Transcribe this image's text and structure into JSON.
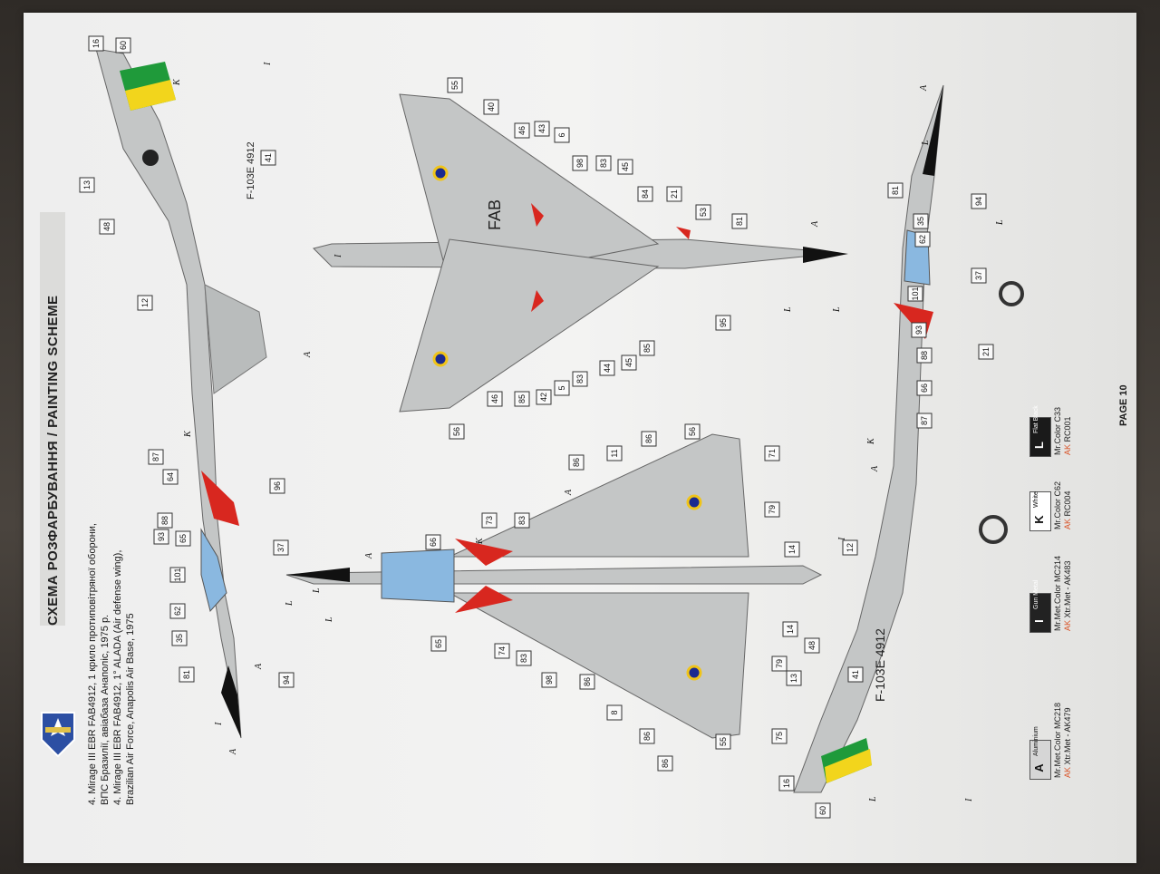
{
  "sheet": {
    "title": "СХЕМА РОЗФАРБУВАННЯ / PAINTING SCHEME",
    "page_label": "PAGE 10",
    "caption": [
      "4. Mirage III EBR FAB4912, 1 крило протиповітряної оборони,",
      "ВПС Бразилії, авіабаза Анаполіс, 1975 р.",
      "4. Mirage III EBR FAB4912, 1° ALADA (Air defense wing),",
      "Brazilian Air Force, Anapolis Air Base, 1975"
    ],
    "serial_text": "F-103E 4912",
    "code_text": "FAB"
  },
  "paints": [
    {
      "letter": "A",
      "name": "Aluminium",
      "lines": [
        "Mr.Met.Color MC218",
        "AK Xtr.Met - AK479"
      ],
      "swatch": "#d6d6d6",
      "text": "#111111"
    },
    {
      "letter": "I",
      "name": "Gun Metal",
      "lines": [
        "Mr.Met.Color MC214",
        "AK Xtr.Met - AK483"
      ],
      "swatch": "#222222",
      "text": "#ffffff"
    },
    {
      "letter": "K",
      "name": "White",
      "lines": [
        "Mr.Color C62",
        "AK RC004"
      ],
      "swatch": "#ffffff",
      "text": "#111111"
    },
    {
      "letter": "L",
      "name": "Flat Black",
      "lines": [
        "Mr.Color C33",
        "AK RC001"
      ],
      "swatch": "#1a1a1a",
      "text": "#ffffff"
    }
  ],
  "paint_codes": {
    "A": "A",
    "K": "K",
    "L": "L",
    "I": "I"
  },
  "callouts": {
    "left_side": [
      "16",
      "60",
      "13",
      "48",
      "12",
      "41",
      "96",
      "87",
      "64",
      "88",
      "93",
      "65",
      "101",
      "37",
      "62",
      "35",
      "81",
      "94"
    ],
    "top_view": [
      "55",
      "40",
      "46",
      "43",
      "6",
      "98",
      "83",
      "45",
      "84",
      "21",
      "53",
      "81",
      "95",
      "85",
      "45",
      "44",
      "83",
      "5",
      "42",
      "85",
      "46",
      "56"
    ],
    "bottom_view": [
      "56",
      "11",
      "86",
      "86",
      "71",
      "79",
      "66",
      "73",
      "83",
      "14",
      "14",
      "55",
      "65",
      "86",
      "74",
      "83",
      "98",
      "8",
      "86",
      "86",
      "75",
      "79"
    ],
    "right_side": [
      "16",
      "60",
      "13",
      "48",
      "41",
      "12",
      "81",
      "94",
      "35",
      "62",
      "37",
      "101",
      "93",
      "88",
      "66",
      "87",
      "21"
    ]
  },
  "colors": {
    "aircraft_grey": "#c4c6c6",
    "red": "#d8271f",
    "canopy_blue": "#8ab8e0",
    "black": "#111111",
    "brazil_green": "#1f9a3a",
    "brazil_yellow": "#f2d51c",
    "roundel_blue": "#1b2a8f",
    "roundel_yellow": "#f0c419"
  }
}
